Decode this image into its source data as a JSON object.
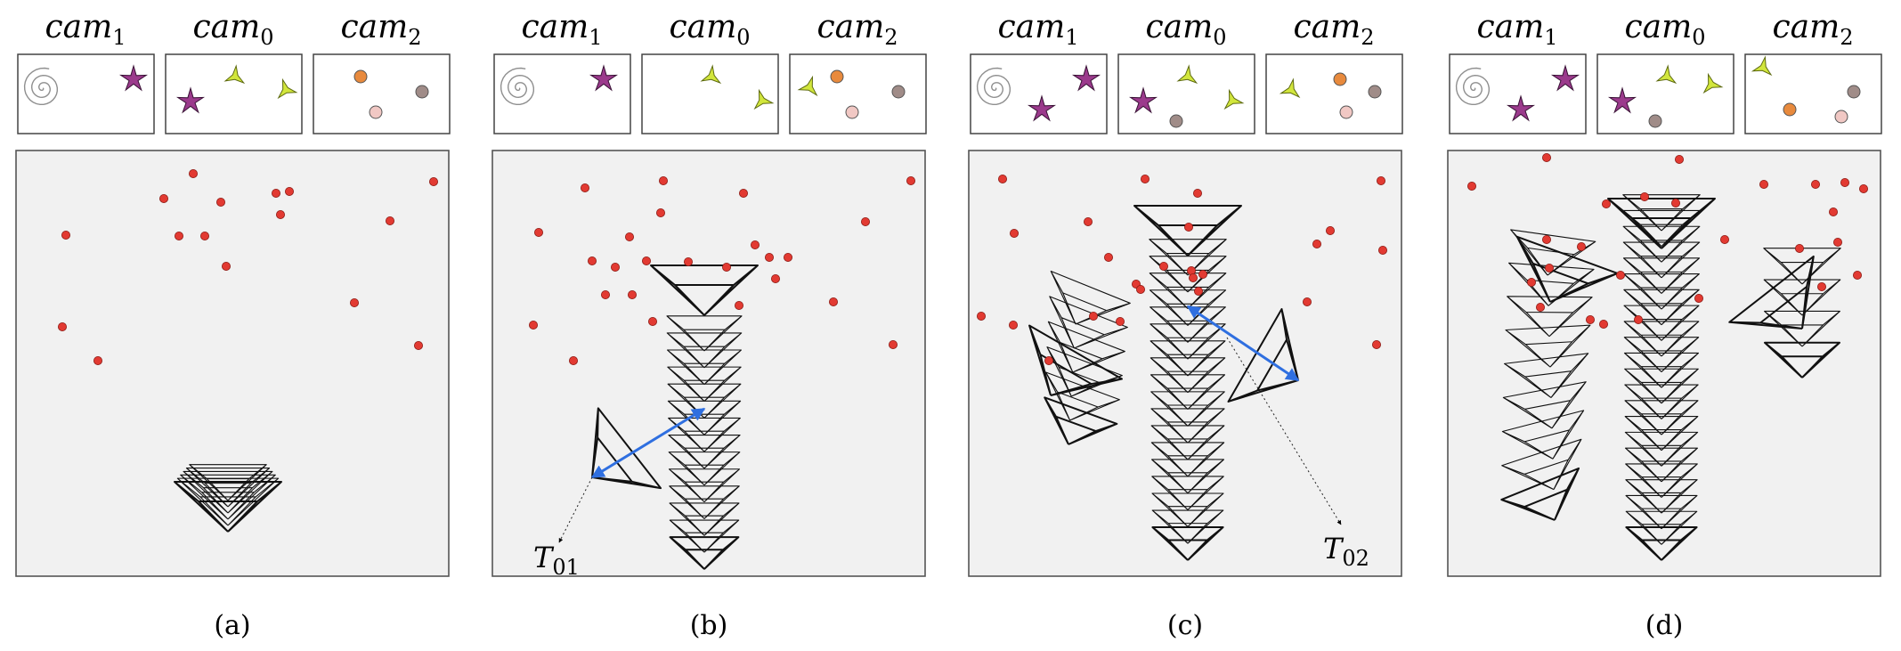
{
  "camera_labels": [
    {
      "base": "cam",
      "sub": "1"
    },
    {
      "base": "cam",
      "sub": "0"
    },
    {
      "base": "cam",
      "sub": "2"
    }
  ],
  "panels": [
    {
      "caption": "(a)"
    },
    {
      "caption": "(b)",
      "transform_label": {
        "base": "T",
        "sub": "01"
      }
    },
    {
      "caption": "(c)",
      "transform_label": {
        "base": "T",
        "sub": "02"
      }
    },
    {
      "caption": "(d)"
    }
  ],
  "colors": {
    "panel_bg": "#f1f1f1",
    "landmark": "#e23a32",
    "transform_arrow": "#2f6fe0",
    "star": "#9b3a8c",
    "tri": "#d2e63c",
    "orange": "#e88a3d",
    "taupe": "#a08c88",
    "pink": "#f1c8c4"
  },
  "icons": [
    "spiral-icon",
    "star-icon",
    "triangle-icon",
    "dot-icon"
  ]
}
